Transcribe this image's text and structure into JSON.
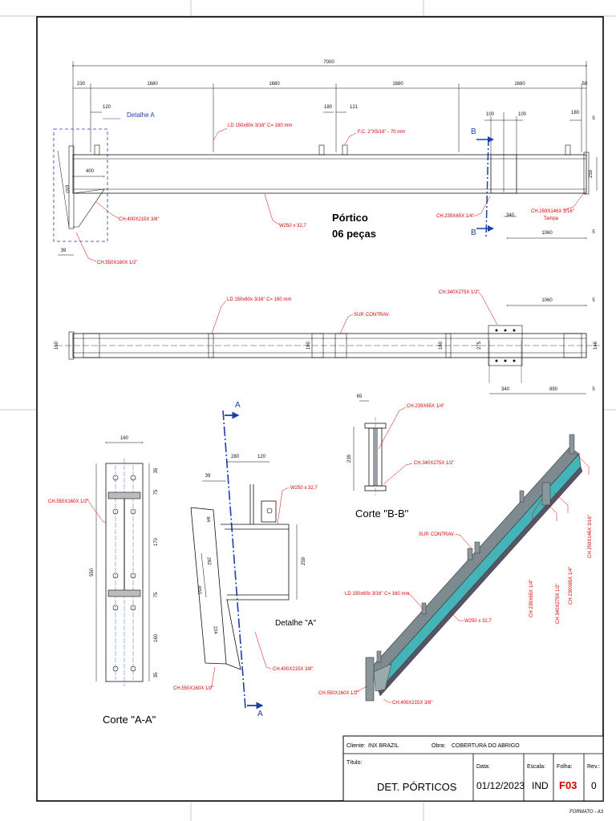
{
  "colors": {
    "annotation": "#d40000",
    "section": "#1f3fa8",
    "line": "#111111",
    "steel": "#6b7a80",
    "steel_face": "#44b4b8"
  },
  "main_view": {
    "overall": "7000",
    "spans": [
      "230",
      "1680",
      "1680",
      "1680",
      "1680",
      "50"
    ],
    "dims": {
      "d120": "120",
      "d180a": "180",
      "d121": "121",
      "d100a": "100",
      "d100b": "100",
      "d180b": "180",
      "d5a": "5",
      "d400": "400",
      "d650": "650",
      "d39": "39",
      "d259": "259",
      "d340": "340",
      "d1060": "1060",
      "d5b": "5"
    },
    "detail_a_label": "Detalhe A",
    "labels": {
      "ld": "LD 150x60x 3/16\" C= 160 mm",
      "fc": "F.C. 2\"X5/16\" - 70 mm",
      "ch400": "CH.400X215X 3/8\"",
      "w250": "W250 x 32,7",
      "ch239": "CH.239X65X 1/4\"",
      "ch259": "CH.259X146X 3/16\"",
      "tampa": "Tampa",
      "ch550": "CH.550X160X 1/2\""
    },
    "title_line1": "Pórtico",
    "title_line2": "06 peças",
    "section_b": "B"
  },
  "plan_view": {
    "labels": {
      "ld": "LD 150x60x 3/16\" C= 160 mm",
      "sup": "SUP. CONTRAV.",
      "ch340": "CH.340X275X 1/2\""
    },
    "dims": {
      "d1060": "1060",
      "d5a": "5",
      "d160a": "160",
      "d160b": "160",
      "d160c": "160",
      "d275": "275",
      "d146": "146",
      "d340": "340",
      "d890": "890",
      "d5b": "5"
    }
  },
  "corte_aa": {
    "title": "Corte \"A-A\"",
    "label": "CH.550X160X 1/2\"",
    "dims": {
      "width": "160",
      "total": "550",
      "d35a": "35",
      "d75a": "75",
      "d170": "170",
      "d75b": "75",
      "d160": "160",
      "d35b": "35"
    }
  },
  "detalhe_a": {
    "title": "Detalhe  \"A\"",
    "section_a": "A",
    "labels": {
      "w250": "W250 x 32,7",
      "ch400": "CH.400X215X 3/8\"",
      "ch550": "CH.550X160X 1/2\""
    },
    "dims": {
      "d280": "280",
      "d120": "120",
      "d39": "39",
      "d84": "84",
      "d262": "262",
      "d650": "650",
      "d224": "224",
      "d259": "259"
    }
  },
  "corte_bb": {
    "title": "Corte \"B-B\"",
    "labels": {
      "ch239": "CH.239X65X 1/4\"",
      "ch340": "CH.340X275X 1/2\""
    },
    "dims": {
      "d65": "65",
      "d239": "239"
    }
  },
  "iso_view": {
    "labels": {
      "sup": "SUP. CONTRAV.",
      "ld": "LD 150x60x 3/16\" C= 160 mm",
      "w250": "W250 x 32,7",
      "ch550": "CH.550X160X 1/2\"",
      "ch400": "CH.400X215X 3/8\"",
      "v_ch239a": "CH 239X65X 1/4\"",
      "v_ch340": "CH 340X275X 1/2\"",
      "v_ch239b": "CH 239X65X 1/4\"",
      "v_ch259": "CH 259X146X 3/16\""
    }
  },
  "title_block": {
    "cliente_label": "Cliente:",
    "cliente_value": "INX BRAZIL",
    "obra_label": "Obra:",
    "obra_value": "COBERTURA DO ABRIGO",
    "titulo_label": "Título:",
    "titulo_value": "DET. PÓRTICOS",
    "data_label": "Data:",
    "data_value": "01/12/2023",
    "escala_label": "Escala:",
    "escala_value": "IND",
    "folha_label": "Folha:",
    "folha_value": "F03",
    "rev_label": "Rev.:",
    "rev_value": "0"
  },
  "format_label": "FORMATO - A3"
}
